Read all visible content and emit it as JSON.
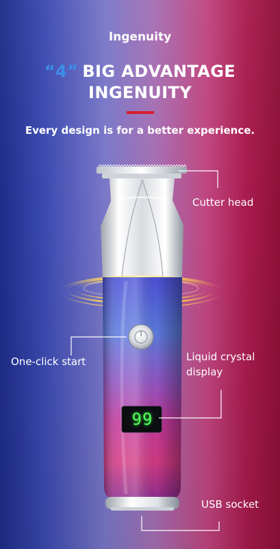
{
  "header": {
    "subtitle": "Ingenuity",
    "headline_number": "“4”",
    "headline_rest_1": "BIG ADVANTAGE",
    "headline_rest_2": "INGENUITY",
    "tagline": "Every design is for a better experience."
  },
  "callouts": {
    "cutter_head": "Cutter head",
    "one_click_start": "One-click start",
    "lcd_line1": "Liquid crystal",
    "lcd_line2": "display",
    "usb_socket": "USB socket"
  },
  "display_value": "99",
  "colors": {
    "accent_red": "#d91c2d",
    "accent_blue": "#3b8ee8",
    "led_green": "#52ff5d"
  }
}
